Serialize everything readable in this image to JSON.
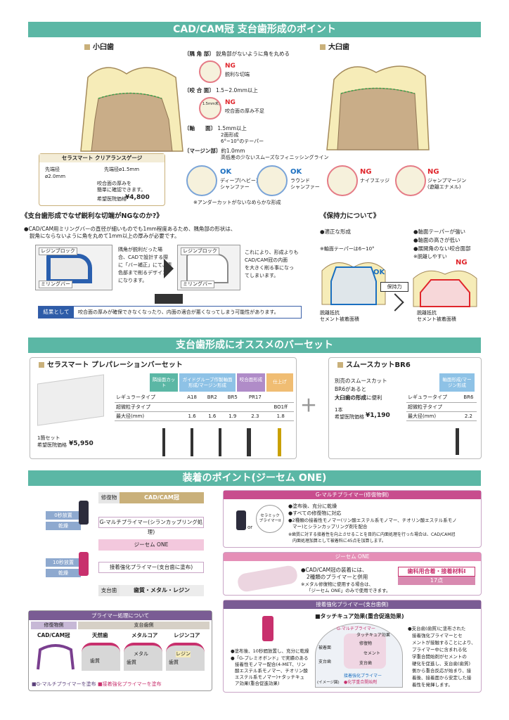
{
  "sec1": {
    "title": "CAD/CAM冠 支台歯形成のポイント",
    "premolar": "小臼歯",
    "molar": "大臼歯",
    "lbl_corner": "〔隅 角 部〕",
    "lbl_corner_d": "鋭角部がないように角を丸める",
    "ng1": "NG",
    "ng1_d": "鋭利な切端",
    "lbl_occ": "〔咬 合 面〕",
    "lbl_occ_d": "1.5~2.0mm以上",
    "ng2": "NG",
    "ng2_d": "咬合面の厚み不足",
    "ng2_in": "1.5mm未満",
    "lbl_axis": "〔軸　　面〕",
    "lbl_axis_d1": "1.5mm以上",
    "lbl_axis_d2": "2面形成",
    "lbl_axis_d3": "6°~10°のテーパー",
    "lbl_margin": "〔マージン部〕",
    "lbl_margin_d1": "約1.0mm",
    "lbl_margin_d2": "高低差の少ないスムーズなフィニッシングライン",
    "gauge_title": "セラスマート クリアランスゲージ",
    "g1": "先端径",
    "g2": "ø2.0mm",
    "g3": "先端径ø1.5mm",
    "g4": "咬合面の厚みを",
    "g5": "簡単に確認できます。",
    "g_price_l": "希望医院価格",
    "g_price": "¥4,800",
    "shapes": [
      {
        "v": "OK",
        "l1": "ディープ(ヘビー)",
        "l2": "シャンファー"
      },
      {
        "v": "OK",
        "l1": "ラウンド",
        "l2": "シャンファー"
      },
      {
        "v": "NG",
        "l1": "ナイフエッジ",
        "l2": ""
      },
      {
        "v": "NG",
        "l1": "ジャンプマージン",
        "l2": "(遊離エナメル)"
      }
    ],
    "note": "※アンダーカットがないなめらかな形成"
  },
  "why": {
    "title": "《支台歯形成でなぜ鋭利な切端がNGなのか?》",
    "p1": "●CAD/CAM用ミリングバーの直径が細いものでも1mm程度あるため、隅角部の形状は、",
    "p2": "鋭角にならないように角を丸めて1mm以上の厚みが必要です。",
    "block": "レジンブロック",
    "bur": "ミリングバー",
    "m1": "隅角が鋭利だった場",
    "m2": "合、CADで設計する際",
    "m3": "に「バー補正」にて、青",
    "m4": "色部まで削るデザイン",
    "m5": "になります。",
    "r1": "これにより、形成よりも",
    "r2": "CAD/CAM冠の内面",
    "r3": "を大きく削る事になっ",
    "r4": "てしまいます。",
    "res_l": "結果として",
    "res": "咬合面の厚みが確保できなくなったり、内面の適合が悪くなってしまう可能性があります。"
  },
  "ret": {
    "title": "《保持力について》",
    "o1": "●適正な形成",
    "o2": "※軸面テーパーは6~10°",
    "n1": "●軸面テーパーが強い",
    "n2": "●軸面の高さが低い",
    "n3": "●展開角のない咬合面部",
    "n4": "※脱離しやすい",
    "ok": "OK",
    "ng": "NG",
    "arrow": "保持力",
    "c1a": "脱離抵抗",
    "c1b": "セメント被着面積",
    "c2a": "脱離抵抗",
    "c2b": "セメント被着面積"
  },
  "sec2": {
    "title": "支台歯形成にオススメのバーセット",
    "set_title": "セラスマート プレパレーションバーセット",
    "heads": [
      "隣接面カット",
      "ガイドグルーブ作製軸面形成/マージン形成",
      "咬合面形成",
      "仕上げ"
    ],
    "rows": [
      {
        "l": "レギュラータイプ",
        "v": [
          "A18",
          "BR2",
          "BR5",
          "PR17",
          ""
        ]
      },
      {
        "l": "超微粒子タイプ",
        "v": [
          "",
          "",
          "",
          "",
          "BO1ff"
        ]
      },
      {
        "l": "最大径(mm)",
        "v": [
          "1.6",
          "1.6",
          "1.9",
          "2.3",
          "1.8"
        ]
      }
    ],
    "set_q": "1箇セット",
    "set_pl": "希望医院価格",
    "set_price": "¥5,950",
    "plus": "＋",
    "br6_title": "スムースカットBR6",
    "b1": "別売のスムースカット",
    "b2": "BR6があると",
    "b3": "大臼歯の形成",
    "b3b": "に便利",
    "b4": "1本",
    "b5": "希望医院価格",
    "b_price": "¥1,190",
    "b_head": "軸面形成/マージン形成",
    "b_rows": [
      {
        "l": "レギュラータイプ",
        "v": "BR6"
      },
      {
        "l": "超微粒子タイプ",
        "v": ""
      },
      {
        "l": "最大径(mm)",
        "v": "2.2"
      }
    ]
  },
  "sec3": {
    "title": "装着のポイント(ジーセム ONE)",
    "rest": "修復物",
    "rest_v": "CAD/CAM冠",
    "s1": "G-マルチプライマー(シランカップリング処理)",
    "s2": "ジーセム ONE",
    "s3": "接着強化プライマー(支台歯に塗布)",
    "abut": "支台歯",
    "abut_v": "歯質・メタル・レジン",
    "t0": "0秒放置",
    "t0b": "乾燥",
    "t10": "10秒放置",
    "t10b": "乾燥",
    "gm_title": "G-マルチプライマー(修復物側)",
    "gm1": "●塗布後、充分に乾燥",
    "gm2": "●すべての修復物に対応",
    "gm3": "●2種類の接着性モノマー(リン酸エステル系モノマー、チオリン酸エステル系モノ",
    "gm4": "マー)とシランカップリング剤を配合",
    "gm5": "※歯質に対する接着性を向上させることを目的に内面処理を行った場合は、CAD/CAM冠",
    "gm6": "内面処理加算として被着料に45点を加算します。",
    "or": "or",
    "cer": "セラミック",
    "cer2": "プライマーII",
    "gc_title": "ジーセム ONE",
    "gc1": "●CAD/CAM冠の装着には、",
    "gc2": "2種類のプライマーと併用",
    "gc3": "※メタル修復物に使用する場合は、",
    "gc4": "「ジーセム ONE」のみで使用できます。",
    "cat": "歯科用合着・接着材料Ⅰ",
    "pts": "17点",
    "pr_title": "接着強化プライマー(支台歯側)",
    "tc": "■タッチキュア効果(重合促進効果)",
    "p1": "●塗布後、10秒間放置し、充分に乾燥",
    "p2": "●「G-プレミオボンド」で実績のある",
    "p3": "接着性モノマー配合(4-MET、リン",
    "p4": "酸エステル系モノマー、チオリン酸",
    "p5": "エステル系モノマー)+タッチキュ",
    "p6": "ア効果(重合促進効果)",
    "d1": "G-マルチプライマー",
    "d2": "タッチキュア効果",
    "d3": "修復物",
    "d4": "セメント",
    "d5": "支台歯",
    "d6": "接着強化プライマー",
    "d7": "●化学重合開始剤",
    "d8": "(イメージ図)",
    "d9": "被着面",
    "q1": "●支台歯(歯質)に塗布された",
    "q2": "接着強化プライマーとセ",
    "q3": "メントが接触することにより、",
    "q4": "プライマー中に含まれる化",
    "q5": "学重合開始剤がセメントの",
    "q6": "硬化を促進し、支台歯(歯質)",
    "q7": "側から重合反応が始まり、接",
    "q8": "着後、接着面から安定した接",
    "q9": "着性を発揮します。",
    "pt_title": "プライマー処理について",
    "pt_rest": "修復物側",
    "pt_abut": "支台歯側",
    "cols": [
      "CAD/CAM冠",
      "天然歯",
      "メタルコア",
      "レジンコア"
    ],
    "lab_tooth": "歯質",
    "lab_metal": "メタル",
    "lab_resin": "レジン",
    "leg1": "■G-マルチプライマーを塗布",
    "leg2": "■接着強化プライマーを塗布"
  },
  "colors": {
    "green": "#5bb7a5",
    "purple": "#7a5c94",
    "pink": "#c84d8e",
    "gold": "#c9b07a"
  }
}
